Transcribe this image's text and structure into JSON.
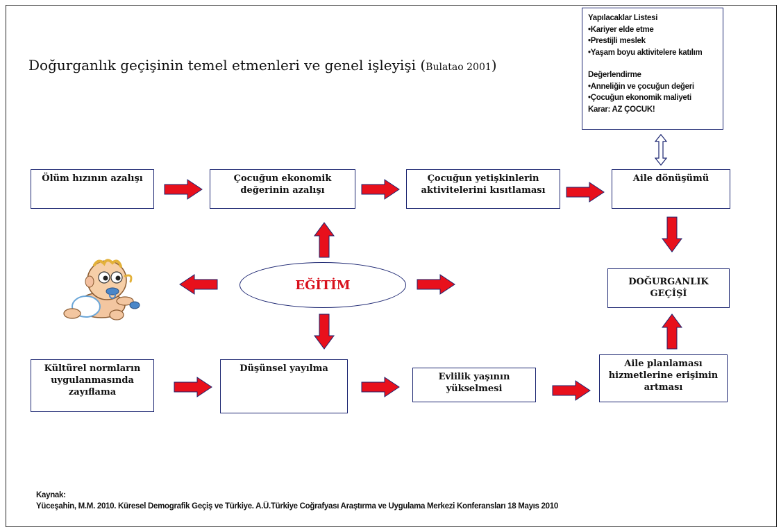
{
  "title": {
    "main": "Doğurganlık geçişinin temel etmenleri ve genel işleyişi (",
    "citation": "Bulatao 2001",
    "close": ")"
  },
  "todo_box": {
    "heading": "Yapılacaklar Listesi",
    "items": [
      "•Kariyer elde etme",
      "•Prestijli meslek",
      "•Yaşam boyu aktivitelere katılım"
    ],
    "eval_heading": "Değerlendirme",
    "eval_items": [
      "•Anneliğin ve çocuğun değeri",
      "•Çocuğun ekonomik maliyeti"
    ],
    "decision": "Karar: AZ ÇOCUK!"
  },
  "boxes": {
    "olum": "Ölüm hızının azalışı",
    "cocuk_ekonomik": "Çocuğun ekonomik değerinin azalışı",
    "cocuk_yetiskin": "Çocuğun yetişkinlerin aktivitelerini kısıtlaması",
    "aile_donusumu": "Aile dönüşümü",
    "dogurganlik": "DOĞURGANLIK GEÇİŞİ",
    "kulturel": "Kültürel normların uygulanmasında zayıflama",
    "dusunsel": "Düşünsel yayılma",
    "evlilik": "Evlilik yaşının yükselmesi",
    "aile_planlamasi": "Aile planlaması hizmetlerine erişimin artması"
  },
  "center": "EĞİTİM",
  "footer": {
    "label": "Kaynak:",
    "text": "Yüceşahin, M.M. 2010. Küresel Demografik Geçiş ve Türkiye. A.Ü.Türkiye Coğrafyası Araştırma ve Uygulama Merkezi Konferansları 18 Mayıs 2010"
  },
  "colors": {
    "arrow_fill": "#e8101c",
    "arrow_stroke": "#1a2470",
    "box_border": "#1a2470",
    "center_text": "#d8101c"
  }
}
